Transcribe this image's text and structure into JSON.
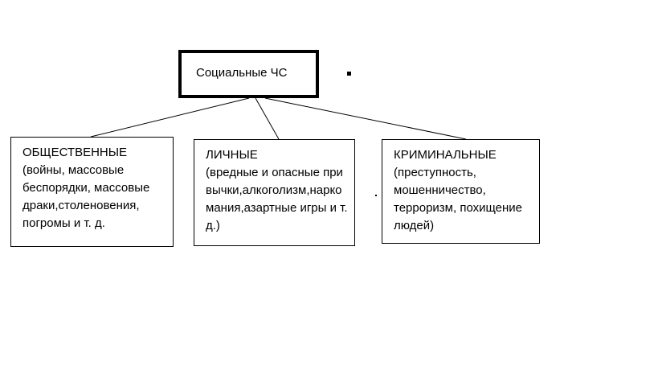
{
  "root": {
    "label": "Социальные ЧС"
  },
  "children": [
    {
      "title": "ОБЩЕСТВЕННЫЕ",
      "description": "(войны, массовые беспорядки, массовые драки,столеновения, погромы и т. д."
    },
    {
      "title": "ЛИЧНЫЕ",
      "description": "(вредные и опасные привычки,алкоголизм,наркомания,азартные игры и т.д.)"
    },
    {
      "title": "КРИМИНАЛЬНЫЕ",
      "description": "(преступность, мошенничество, терроризм, похищение людей)"
    }
  ],
  "colors": {
    "line": "#000000",
    "background": "#ffffff",
    "text": "#000000"
  }
}
